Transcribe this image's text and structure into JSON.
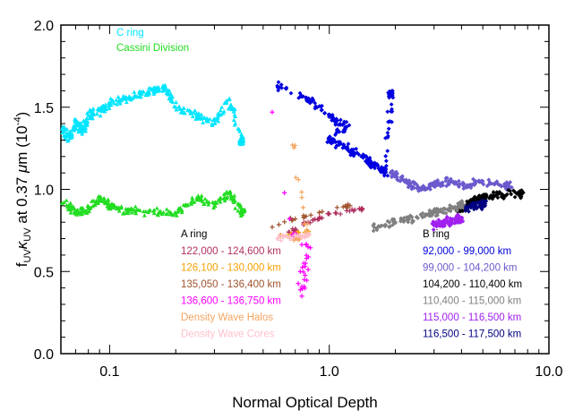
{
  "chart_data": {
    "type": "scatter",
    "title": "",
    "xlabel": "Normal Optical Depth",
    "ylabel_main": "f",
    "ylabel_sub1": "UV",
    "ylabel_kappa": "κ",
    "ylabel_sub2": "UV",
    "ylabel_at": " at 0.37 ",
    "ylabel_mu": "μ",
    "ylabel_unit": "m (10",
    "ylabel_exp": "-4",
    "ylabel_close": ")",
    "x_scale": "log",
    "xlim": [
      0.06,
      10.0
    ],
    "ylim": [
      0.0,
      2.0
    ],
    "x_ticks": [
      {
        "value": 0.1,
        "label": "0.1"
      },
      {
        "value": 1.0,
        "label": "1.0"
      },
      {
        "value": 10.0,
        "label": "10.0"
      }
    ],
    "y_ticks": [
      {
        "value": 0.0,
        "label": "0.0"
      },
      {
        "value": 0.5,
        "label": "0.5"
      },
      {
        "value": 1.0,
        "label": "1.0"
      },
      {
        "value": 1.5,
        "label": "1.5"
      },
      {
        "value": 2.0,
        "label": "2.0"
      }
    ],
    "legend_top_left": [
      {
        "name": "C ring",
        "color": "#00e5ff"
      },
      {
        "name": "Cassini Division",
        "color": "#22dd22"
      }
    ],
    "legend_a_ring": {
      "title": "A ring",
      "entries": [
        {
          "name": "122,000 - 124,600 km",
          "color": "#b03060"
        },
        {
          "name": "126,100 - 130,000 km",
          "color": "#f5a000"
        },
        {
          "name": "135,050 - 136,400 km",
          "color": "#a0522d"
        },
        {
          "name": "136,600 - 136,750 km",
          "color": "#ff00ff"
        },
        {
          "name": "Density Wave Halos",
          "color": "#f4a460"
        },
        {
          "name": "Density Wave Cores",
          "color": "#ffc0cb"
        }
      ]
    },
    "legend_b_ring": {
      "title": "B ring",
      "entries": [
        {
          "name": "92,000 -  99,000 km",
          "color": "#0000e0"
        },
        {
          "name": "99,000 - 104,200 km",
          "color": "#6a5acd"
        },
        {
          "name": "104,200 - 110,400 km",
          "color": "#000000"
        },
        {
          "name": "110,400 - 115,000 km",
          "color": "#808080"
        },
        {
          "name": "115,000 - 116,500 km",
          "color": "#a020f0"
        },
        {
          "name": "116,500 - 117,500 km",
          "color": "#000080"
        }
      ]
    },
    "series": [
      {
        "region": "C ring",
        "color": "#00e5ff",
        "marker": "triangle",
        "tau_range": [
          0.06,
          0.45
        ],
        "f_range": [
          1.15,
          1.65
        ],
        "trend": "rising",
        "points": [
          [
            0.062,
            1.38
          ],
          [
            0.065,
            1.3
          ],
          [
            0.07,
            1.42
          ],
          [
            0.075,
            1.35
          ],
          [
            0.08,
            1.45
          ],
          [
            0.09,
            1.48
          ],
          [
            0.1,
            1.52
          ],
          [
            0.12,
            1.55
          ],
          [
            0.14,
            1.58
          ],
          [
            0.16,
            1.6
          ],
          [
            0.18,
            1.62
          ],
          [
            0.2,
            1.5
          ],
          [
            0.25,
            1.45
          ],
          [
            0.3,
            1.4
          ],
          [
            0.35,
            1.55
          ],
          [
            0.4,
            1.3
          ]
        ]
      },
      {
        "region": "Cassini Division",
        "color": "#22dd22",
        "marker": "triangle",
        "tau_range": [
          0.06,
          0.45
        ],
        "f_range": [
          0.8,
          1.15
        ],
        "trend": "flat",
        "points": [
          [
            0.062,
            0.92
          ],
          [
            0.07,
            0.86
          ],
          [
            0.08,
            0.88
          ],
          [
            0.09,
            0.95
          ],
          [
            0.1,
            0.9
          ],
          [
            0.12,
            0.87
          ],
          [
            0.15,
            0.86
          ],
          [
            0.2,
            0.85
          ],
          [
            0.25,
            0.95
          ],
          [
            0.3,
            0.9
          ],
          [
            0.35,
            0.98
          ],
          [
            0.4,
            0.87
          ]
        ]
      },
      {
        "region": "A ring 122,000 - 124,600 km",
        "color": "#b03060",
        "marker": "plus",
        "tau_range": [
          0.5,
          1.5
        ],
        "f_range": [
          0.68,
          0.9
        ],
        "trend": "rising",
        "points": [
          [
            0.6,
            0.72
          ],
          [
            0.7,
            0.76
          ],
          [
            0.8,
            0.8
          ],
          [
            0.9,
            0.82
          ],
          [
            1.0,
            0.85
          ],
          [
            1.2,
            0.87
          ],
          [
            1.4,
            0.88
          ]
        ]
      },
      {
        "region": "A ring 126,100 - 130,000 km",
        "color": "#f5a000",
        "marker": "plus",
        "tau_range": [
          0.55,
          0.9
        ],
        "f_range": [
          0.7,
          0.75
        ],
        "trend": "flat",
        "points": [
          [
            0.6,
            0.72
          ],
          [
            0.7,
            0.73
          ],
          [
            0.8,
            0.74
          ]
        ]
      },
      {
        "region": "A ring 135,050 - 136,400 km",
        "color": "#a0522d",
        "marker": "plus",
        "tau_range": [
          0.5,
          1.3
        ],
        "f_range": [
          0.75,
          0.92
        ],
        "trend": "rising",
        "points": [
          [
            0.55,
            0.77
          ],
          [
            0.7,
            0.82
          ],
          [
            0.9,
            0.86
          ],
          [
            1.2,
            0.9
          ]
        ]
      },
      {
        "region": "A ring 136,600 - 136,750 km",
        "color": "#ff00ff",
        "marker": "plus",
        "tau_range": [
          0.5,
          0.85
        ],
        "f_range": [
          0.35,
          1.5
        ],
        "trend": "scattered",
        "points": [
          [
            0.55,
            1.47
          ],
          [
            0.75,
            0.35
          ],
          [
            0.77,
            0.45
          ],
          [
            0.78,
            0.55
          ],
          [
            0.8,
            0.65
          ],
          [
            0.7,
            0.72
          ]
        ]
      },
      {
        "region": "Density Wave Halos",
        "color": "#f4a460",
        "marker": "plus",
        "tau_range": [
          0.6,
          0.9
        ],
        "f_range": [
          0.68,
          1.3
        ],
        "trend": "scattered",
        "points": [
          [
            0.68,
            1.27
          ],
          [
            0.75,
            0.95
          ],
          [
            0.8,
            0.72
          ],
          [
            0.7,
            0.7
          ]
        ]
      },
      {
        "region": "Density Wave Cores",
        "color": "#ffc0cb",
        "marker": "plus",
        "tau_range": [
          0.55,
          0.85
        ],
        "f_range": [
          0.68,
          0.74
        ],
        "trend": "flat",
        "points": [
          [
            0.58,
            0.7
          ],
          [
            0.62,
            0.71
          ],
          [
            0.66,
            0.7
          ],
          [
            0.7,
            0.72
          ],
          [
            0.75,
            0.71
          ],
          [
            0.8,
            0.73
          ]
        ]
      },
      {
        "region": "B ring 92,000 - 99,000 km",
        "color": "#0000e0",
        "marker": "diamond",
        "tau_range": [
          0.55,
          2.0
        ],
        "f_range": [
          1.05,
          1.65
        ],
        "trend": "scattered",
        "points": [
          [
            0.58,
            1.63
          ],
          [
            0.8,
            1.55
          ],
          [
            1.0,
            1.45
          ],
          [
            1.2,
            1.38
          ],
          [
            1.0,
            1.3
          ],
          [
            1.2,
            1.25
          ],
          [
            1.4,
            1.2
          ],
          [
            1.6,
            1.15
          ],
          [
            1.8,
            1.1
          ],
          [
            1.9,
            1.58
          ]
        ]
      },
      {
        "region": "B ring 99,000 - 104,200 km",
        "color": "#6a5acd",
        "marker": "diamond",
        "tau_range": [
          1.8,
          7.0
        ],
        "f_range": [
          0.9,
          1.15
        ],
        "trend": "falling",
        "points": [
          [
            1.9,
            1.1
          ],
          [
            2.2,
            1.05
          ],
          [
            2.6,
            1.0
          ],
          [
            3.0,
            1.03
          ],
          [
            3.5,
            1.05
          ],
          [
            4.2,
            1.02
          ],
          [
            5.0,
            1.05
          ],
          [
            6.5,
            1.02
          ]
        ]
      },
      {
        "region": "B ring 104,200 - 110,400 km",
        "color": "#000000",
        "marker": "diamond",
        "tau_range": [
          3.5,
          8.0
        ],
        "f_range": [
          0.85,
          1.05
        ],
        "trend": "rising",
        "points": [
          [
            3.8,
            0.87
          ],
          [
            4.2,
            0.9
          ],
          [
            4.6,
            0.93
          ],
          [
            5.0,
            0.95
          ],
          [
            5.8,
            0.97
          ],
          [
            7.5,
            0.98
          ]
        ]
      },
      {
        "region": "B ring 110,400 - 115,000 km",
        "color": "#808080",
        "marker": "diamond",
        "tau_range": [
          1.5,
          4.5
        ],
        "f_range": [
          0.75,
          0.92
        ],
        "trend": "rising",
        "points": [
          [
            1.6,
            0.77
          ],
          [
            2.0,
            0.8
          ],
          [
            2.5,
            0.83
          ],
          [
            3.0,
            0.86
          ],
          [
            3.5,
            0.88
          ],
          [
            4.0,
            0.9
          ]
        ]
      },
      {
        "region": "B ring 115,000 - 116,500 km",
        "color": "#a020f0",
        "marker": "diamond",
        "tau_range": [
          2.8,
          4.0
        ],
        "f_range": [
          0.75,
          0.85
        ],
        "trend": "flat",
        "points": [
          [
            3.0,
            0.78
          ],
          [
            3.3,
            0.8
          ],
          [
            3.6,
            0.8
          ],
          [
            3.9,
            0.82
          ]
        ]
      },
      {
        "region": "B ring 116,500 - 117,500 km",
        "color": "#000080",
        "marker": "diamond",
        "tau_range": [
          4.0,
          5.5
        ],
        "f_range": [
          0.85,
          0.95
        ],
        "trend": "flat",
        "points": [
          [
            4.2,
            0.88
          ],
          [
            4.6,
            0.9
          ],
          [
            5.0,
            0.91
          ]
        ]
      }
    ]
  }
}
